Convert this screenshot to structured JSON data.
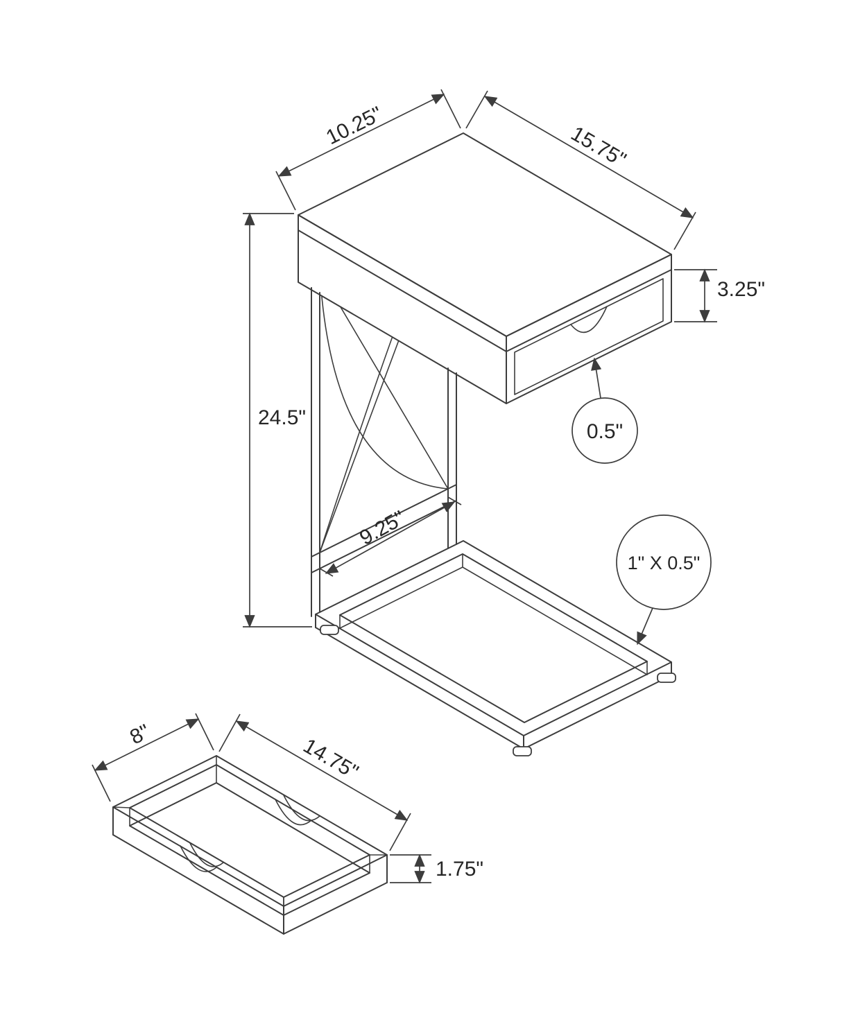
{
  "diagram": {
    "type": "furniture-dimension-drawing",
    "background": "#ffffff",
    "line_color": "#3d3d3d",
    "text_color": "#262626",
    "views": [
      "accent-table-isometric",
      "drawer-tray-isometric"
    ]
  },
  "dims": {
    "table_depth": "10.25\"",
    "table_width": "15.75\"",
    "drawer_front_height": "3.25\"",
    "table_height": "24.5\"",
    "shelf_opening": "9.25\"",
    "drawer_bottom_gap": "0.5\"",
    "frame_tube": "1\" X 0.5\"",
    "tray_depth": "8\"",
    "tray_width": "14.75\"",
    "tray_height": "1.75\""
  }
}
